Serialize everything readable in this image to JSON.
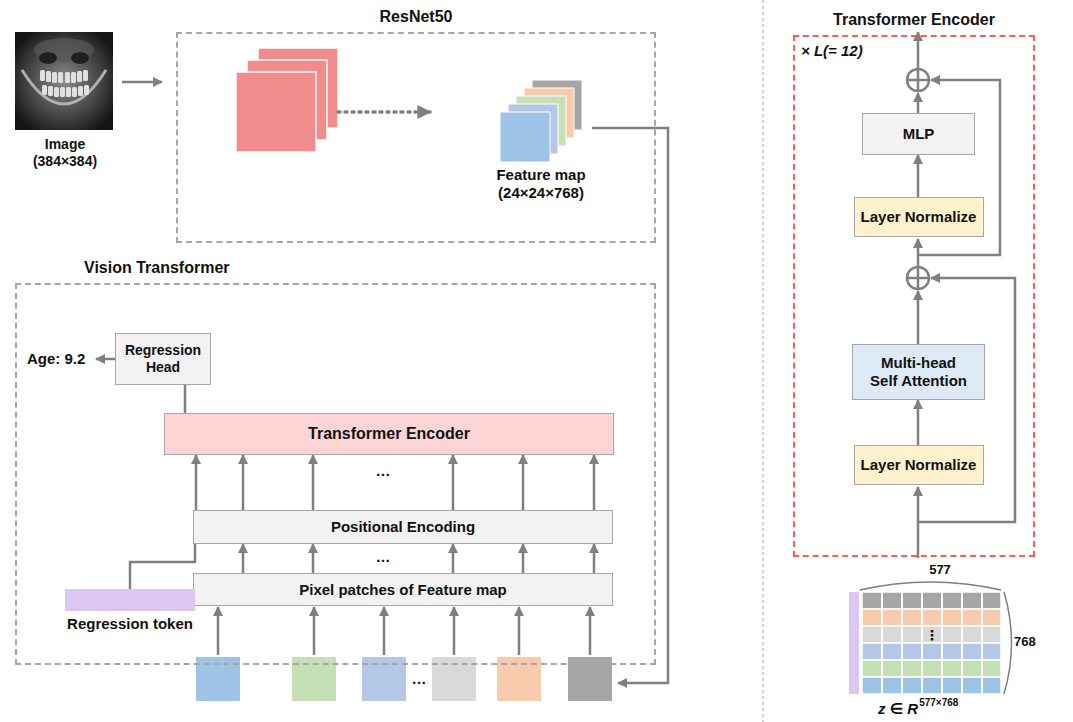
{
  "diagram": {
    "nodes": [
      {
        "text": [
          "Image",
          "(384×384)"
        ]
      },
      {
        "text": [
          "ResNet50"
        ]
      },
      {
        "text": [
          "Feature map",
          "(24×24×768)"
        ],
        "in": 1
      },
      {
        "text": [
          "Vision Transformer"
        ]
      },
      {
        "text": [
          "Regression Head"
        ],
        "in": 3
      },
      {
        "text": [
          "Transformer Encoder"
        ],
        "in": 3
      },
      {
        "text": [
          "Positional Encoding"
        ],
        "in": 3
      },
      {
        "text": [
          "Pixel patches of Feature map"
        ],
        "in": 3
      },
      {
        "text": [
          "Regression token"
        ],
        "in": 3
      },
      {
        "text": [
          "Transformer Encoder"
        ]
      },
      {
        "text": [
          "MLP"
        ],
        "in": 9
      },
      {
        "text": [
          "Layer Normalize"
        ],
        "in": 9
      },
      {
        "text": [
          "Multi-head Self Attention"
        ],
        "in": 9
      },
      {
        "text": [
          "Layer Normalize"
        ],
        "in": 9
      }
    ],
    "edges": [
      {
        "from": 0,
        "to": 1,
        "arrow": "to"
      },
      {
        "from": 5,
        "to": 4,
        "arrow": "none"
      },
      {
        "from": 8,
        "to": 6,
        "arrow": "none"
      },
      {
        "from": 6,
        "to": 5,
        "arrow": "to"
      },
      {
        "from": 6,
        "to": 5,
        "arrow": "to"
      },
      {
        "from": 6,
        "to": 5,
        "arrow": "to"
      },
      {
        "from": 6,
        "to": 5,
        "arrow": "to"
      },
      {
        "from": 6,
        "to": 5,
        "arrow": "to"
      },
      {
        "from": 6,
        "to": 5,
        "arrow": "to"
      },
      {
        "from": 7,
        "to": 6,
        "arrow": "to"
      },
      {
        "from": 7,
        "to": 6,
        "arrow": "to"
      },
      {
        "from": 7,
        "to": 6,
        "arrow": "to"
      },
      {
        "from": 7,
        "to": 6,
        "arrow": "to"
      },
      {
        "from": 7,
        "to": 6,
        "arrow": "to"
      },
      {
        "from": 13,
        "to": 12,
        "arrow": "to"
      },
      {
        "from": 11,
        "to": 10,
        "arrow": "to"
      }
    ],
    "labels": [
      "Age: 9.2",
      "…",
      "…",
      "…",
      "× L(= 12)",
      "577",
      "⋮",
      "768",
      "z ∈ R",
      "577×768"
    ]
  }
}
